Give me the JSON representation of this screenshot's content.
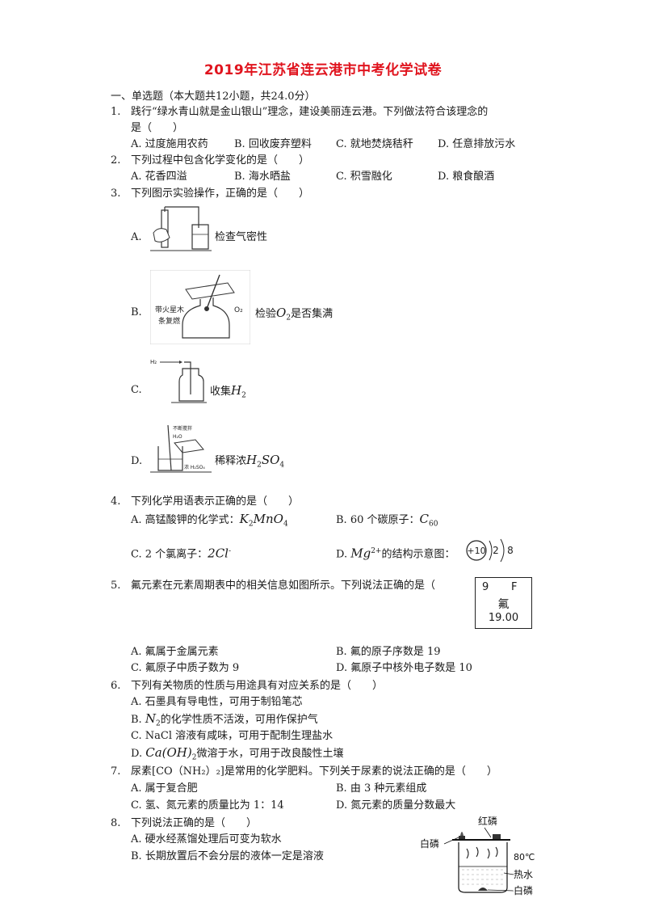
{
  "title": "2019年江苏省连云港市中考化学试卷",
  "section": "一、单选题（本大题共12小题，共24.0分）",
  "q1": {
    "num": "1.",
    "line1": "践行“绿水青山就是金山银山”理念，建设美丽连云港。下列做法符合该理念的",
    "line2": "是（　　）",
    "A": "A.  过度施用农药",
    "B": "B.  回收废弃塑料",
    "C": "C.  就地焚烧秸秆",
    "D": "D.  任意排放污水"
  },
  "q2": {
    "num": "2.",
    "stem": "下列过程中包含化学变化的是（　　）",
    "A": "A.  花香四溢",
    "B": "B.  海水晒盐",
    "C": "C.  积雪融化",
    "D": "D.  粮食酿酒"
  },
  "q3": {
    "num": "3.",
    "stem": "下列图示实验操作，正确的是（　　）",
    "A_letter": "A.",
    "A_text": "检查气密性",
    "B_letter": "B.",
    "B_text_pre": "检验",
    "B_math": "O",
    "B_sub": "2",
    "B_text_post": "是否集满",
    "B_fig_label1": "带火星木",
    "B_fig_label2": "条复燃",
    "B_fig_o2": "O₂",
    "C_letter": "C.",
    "C_text_pre": "收集",
    "C_math": "H",
    "C_sub": "2",
    "C_fig_h2": "H₂",
    "D_letter": "D.",
    "D_text_pre": "稀释浓",
    "D_math1": "H",
    "D_sub1": "2",
    "D_math2": "SO",
    "D_sub2": "4",
    "D_fig_rod": "不断搅拌",
    "D_fig_water": "H₂O",
    "D_fig_acid": "浓 H₂SO₄"
  },
  "q4": {
    "num": "4.",
    "stem": "下列化学用语表示正确的是（　　）",
    "A_pre": "A.  高锰酸钾的化学式：",
    "A_m1": "K",
    "A_s1": "2",
    "A_m2": "MnO",
    "A_s2": "4",
    "B_pre": "B.  60 个碳原子：",
    "B_m": "C",
    "B_s": "60",
    "C_pre": "C.  2 个氯离子：",
    "C_m": "2Cl",
    "C_sup": "-",
    "D_pre": "D. ",
    "D_m": "Mg",
    "D_sup": "2+",
    "D_post": "的结构示意图：",
    "D_nucleus": "+10",
    "D_shell1": "2",
    "D_shell2": "8"
  },
  "q5": {
    "num": "5.",
    "stem": "氟元素在元素周期表中的相关信息如图所示。下列说法正确的是（",
    "card_number": "9",
    "card_symbol": "F",
    "card_name": "氟",
    "card_mass": "19.00",
    "A": "A.  氟属于金属元素",
    "B": "B.  氟的原子序数是 19",
    "C": "C.  氟原子中质子数为 9",
    "D": "D.  氟原子中核外电子数是 10"
  },
  "q6": {
    "num": "6.",
    "stem": "下列有关物质的性质与用途具有对应关系的是（　　）",
    "A": "A.  石墨具有导电性，可用于制铅笔芯",
    "B_pre": "B. ",
    "B_m": "N",
    "B_s": "2",
    "B_post": "的化学性质不活泼，可用作保护气",
    "C": "C.  NaCl 溶液有咸味，可用于配制生理盐水",
    "D_pre": "D. ",
    "D_m": "Ca(OH)",
    "D_s": "2",
    "D_post": "微溶于水，可用于改良酸性土壤"
  },
  "q7": {
    "num": "7.",
    "stem": "尿素[CO（NH₂）₂]是常用的化学肥料。下列关于尿素的说法正确的是（　　）",
    "A": "A.  属于复合肥",
    "B": "B.  由 3 种元素组成",
    "C": "C.  氢、氮元素的质量比为 1：14",
    "D": "D.  氮元素的质量分数最大"
  },
  "q8": {
    "num": "8.",
    "stem": "下列说法正确的是（　　）",
    "A": "A.  硬水经蒸馏处理后可变为软水",
    "B": "B.  长期放置后不会分层的液体一定是溶液",
    "fig_red": "红磷",
    "fig_white_top": "白磷",
    "fig_temp": "80℃",
    "fig_water": "热水",
    "fig_white_bottom": "白磷"
  }
}
